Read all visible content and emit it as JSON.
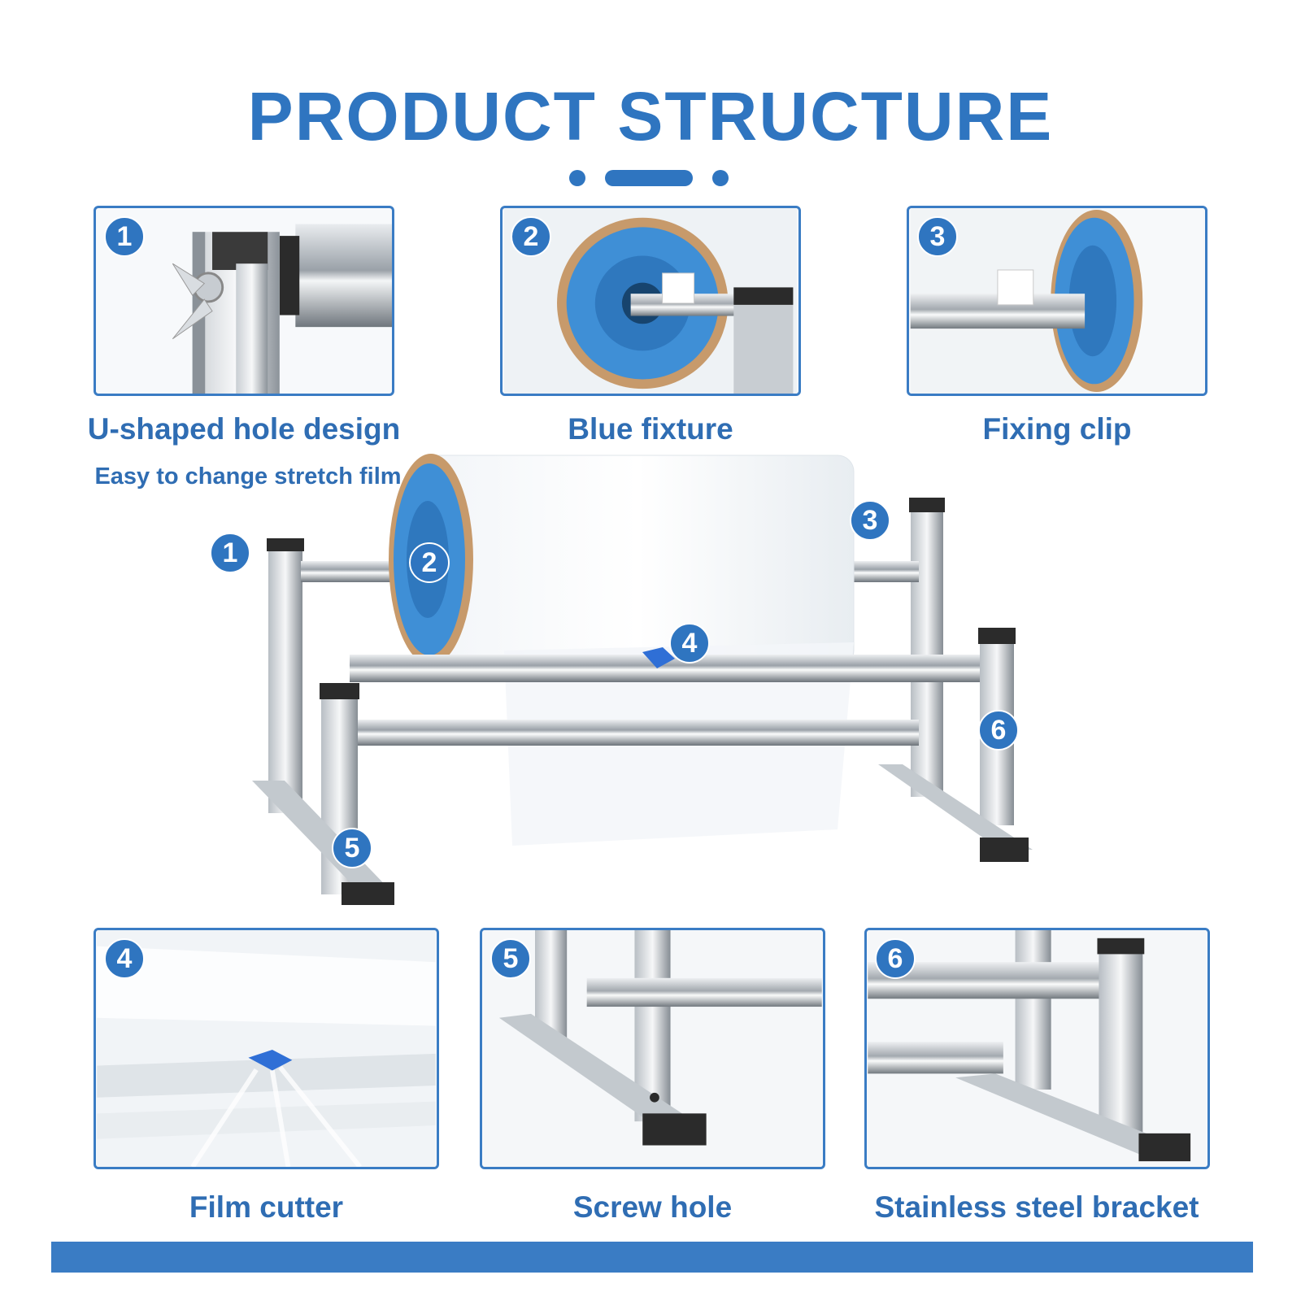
{
  "title": "PRODUCT STRUCTURE",
  "features": [
    {
      "number": "1",
      "label": "U-shaped hole design",
      "sublabel": "Easy to change stretch film"
    },
    {
      "number": "2",
      "label": "Blue fixture"
    },
    {
      "number": "3",
      "label": "Fixing clip"
    },
    {
      "number": "4",
      "label": "Film cutter"
    },
    {
      "number": "5",
      "label": "Screw hole"
    },
    {
      "number": "6",
      "label": "Stainless steel bracket"
    }
  ],
  "colors": {
    "accent": "#2f75c0",
    "panel_border": "#3a7cc4",
    "fixture_blue": "#3f8fd6"
  }
}
